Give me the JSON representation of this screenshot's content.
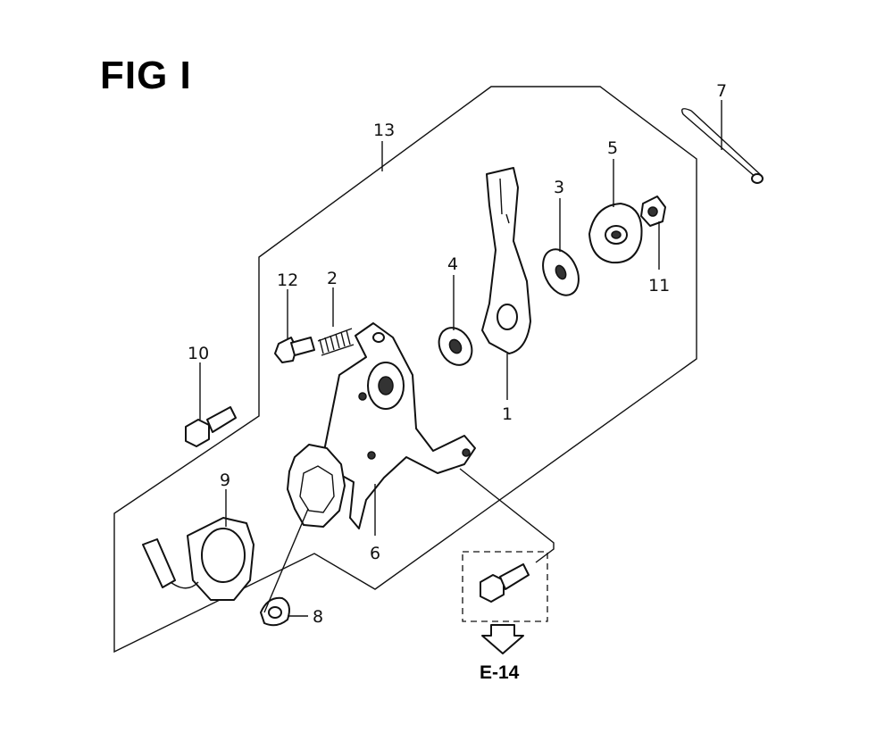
{
  "figure": {
    "title": "FIG I",
    "reference": "E-14"
  },
  "callouts": [
    {
      "id": "1",
      "text": "1"
    },
    {
      "id": "2",
      "text": "2"
    },
    {
      "id": "3",
      "text": "3"
    },
    {
      "id": "4",
      "text": "4"
    },
    {
      "id": "5",
      "text": "5"
    },
    {
      "id": "6",
      "text": "6"
    },
    {
      "id": "7",
      "text": "7"
    },
    {
      "id": "8",
      "text": "8"
    },
    {
      "id": "9",
      "text": "9"
    },
    {
      "id": "10",
      "text": "10"
    },
    {
      "id": "11",
      "text": "11"
    },
    {
      "id": "12",
      "text": "12"
    },
    {
      "id": "13",
      "text": "13"
    }
  ]
}
